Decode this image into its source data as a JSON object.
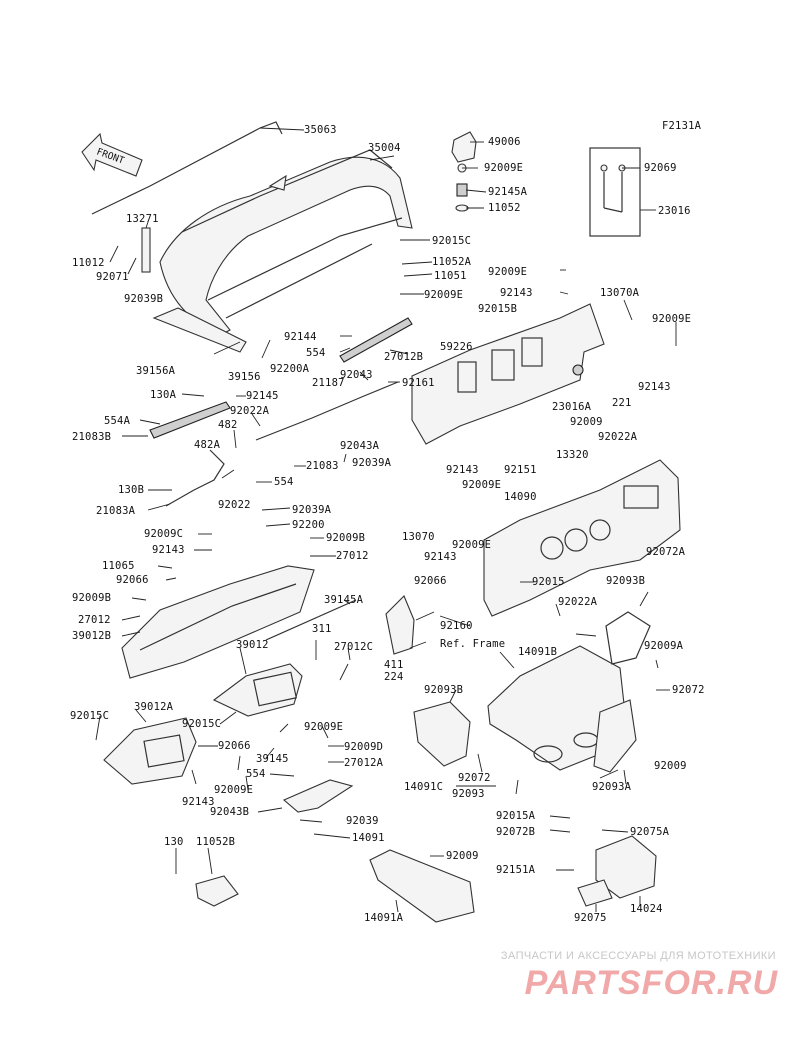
{
  "figure_code": "F2131A",
  "front_label": "FRONT",
  "frame_reference": "Ref. Frame",
  "watermark": {
    "caption": "ЗАПЧАСТИ И АКСЕССУАРЫ ДЛЯ МОТОТЕХНИКИ",
    "logo_text": "PARTSFOR.RU"
  },
  "callouts": [
    "35063",
    "35004",
    "49006",
    "92009E",
    "92145A",
    "11052",
    "92069",
    "23016",
    "13271",
    "11012",
    "92071",
    "92039B",
    "92015C",
    "11052A",
    "11051",
    "92009E",
    "92143",
    "92015B",
    "13070A",
    "92009E",
    "92009E",
    "39156A",
    "39156",
    "92200A",
    "92144",
    "554",
    "27012B",
    "59226",
    "92043",
    "92161",
    "21187",
    "130A",
    "92145",
    "92022A",
    "554A",
    "21083B",
    "482",
    "23016A",
    "221",
    "92143",
    "92009",
    "13320",
    "92022A",
    "92043A",
    "92039A",
    "21083",
    "482A",
    "554",
    "130B",
    "92022",
    "21083A",
    "92143",
    "92151",
    "92009E",
    "14090",
    "92039A",
    "92200",
    "92009C",
    "92143",
    "92009B",
    "27012",
    "13070",
    "92143",
    "92009E",
    "92072A",
    "11065",
    "92066",
    "92009B",
    "27012",
    "39012B",
    "39145A",
    "92066",
    "92160",
    "92015",
    "92093B",
    "92022A",
    "311",
    "27012C",
    "39012",
    "411",
    "224",
    "14091B",
    "92009A",
    "92072",
    "39012A",
    "92015C",
    "92015C",
    "92066",
    "92143",
    "39145",
    "92009E",
    "92009D",
    "92093B",
    "27012A",
    "554",
    "92009E",
    "92043B",
    "92072",
    "14091C",
    "92093",
    "92009",
    "92093A",
    "92039",
    "14091",
    "92015A",
    "92072B",
    "92075A",
    "130",
    "11052B",
    "92009",
    "92151A",
    "14091A",
    "92075",
    "14024"
  ]
}
